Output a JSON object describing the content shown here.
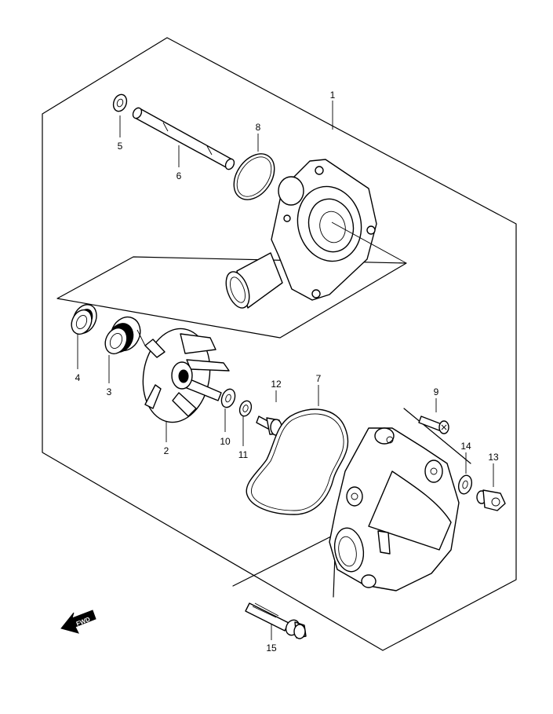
{
  "diagram": {
    "callouts": {
      "p1": "1",
      "p2": "2",
      "p3": "3",
      "p4": "4",
      "p5": "5",
      "p6": "6",
      "p7": "7",
      "p8": "8",
      "p9": "9",
      "p10": "10",
      "p11": "11",
      "p12": "12",
      "p13": "13",
      "p14": "14",
      "p15": "15"
    },
    "direction_label": "FWD"
  }
}
